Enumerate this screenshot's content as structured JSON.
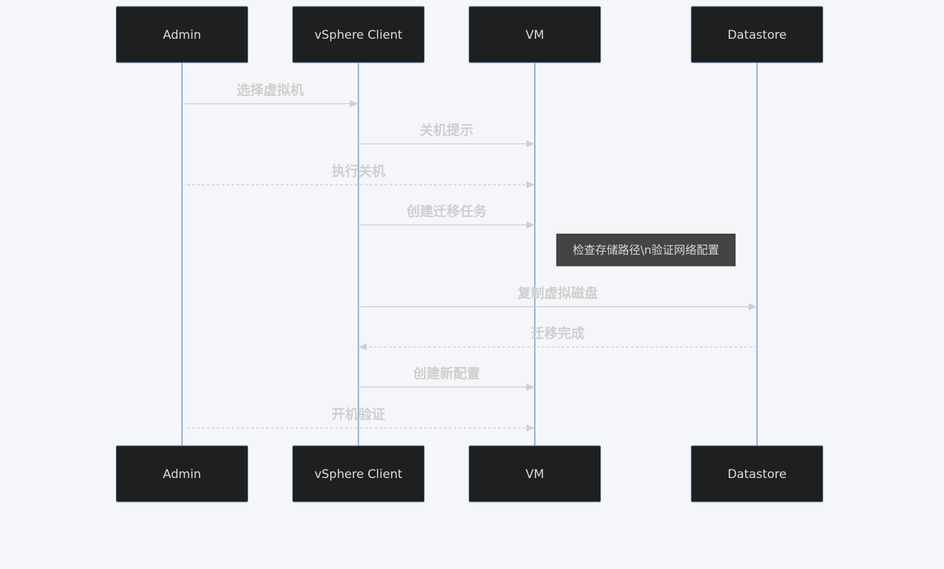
{
  "participants": [
    {
      "id": "admin",
      "label": "Admin"
    },
    {
      "id": "client",
      "label": "vSphere Client"
    },
    {
      "id": "vm",
      "label": "VM"
    },
    {
      "id": "datastore",
      "label": "Datastore"
    }
  ],
  "messages": [
    {
      "from": "admin",
      "to": "client",
      "label": "选择虚拟机",
      "style": "solid"
    },
    {
      "from": "client",
      "to": "vm",
      "label": "关机提示",
      "style": "solid"
    },
    {
      "from": "admin",
      "to": "vm",
      "label": "执行关机",
      "style": "dashed"
    },
    {
      "from": "client",
      "to": "vm",
      "label": "创建迁移任务",
      "style": "solid"
    },
    {
      "from": "client",
      "to": "datastore",
      "label": "复制虚拟磁盘",
      "style": "solid"
    },
    {
      "from": "datastore",
      "to": "client",
      "label": "迁移完成",
      "style": "dashed"
    },
    {
      "from": "client",
      "to": "vm",
      "label": "创建新配置",
      "style": "solid"
    },
    {
      "from": "admin",
      "to": "vm",
      "label": "开机验证",
      "style": "dashed"
    }
  ],
  "notes": [
    {
      "label": "检查存储路径\\n验证网络配置"
    }
  ]
}
